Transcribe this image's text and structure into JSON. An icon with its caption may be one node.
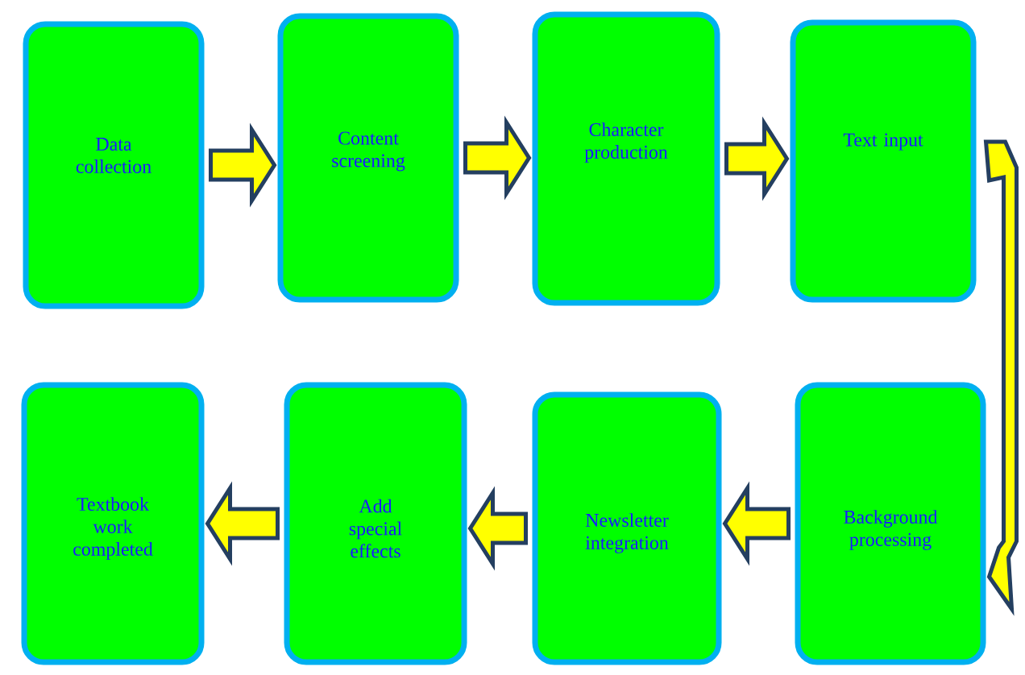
{
  "diagram": {
    "nodes": [
      {
        "text": [
          "Data collection"
        ]
      },
      {
        "text": [
          "Content screening"
        ]
      },
      {
        "text": [
          "Character production"
        ]
      },
      {
        "text": [
          "Text input"
        ]
      },
      {
        "text": [
          "Background processing"
        ]
      },
      {
        "text": [
          "Newsletter integration"
        ]
      },
      {
        "text": [
          "Add special effects"
        ]
      },
      {
        "text": [
          "Textbook work completed"
        ]
      }
    ],
    "edges": [
      {
        "from": 0,
        "to": 1,
        "arrow": "to"
      },
      {
        "from": 1,
        "to": 2,
        "arrow": "to"
      },
      {
        "from": 2,
        "to": 3,
        "arrow": "to"
      },
      {
        "from": 3,
        "to": 4,
        "arrow": "to"
      },
      {
        "from": 4,
        "to": 5,
        "arrow": "to"
      },
      {
        "from": 5,
        "to": 6,
        "arrow": "to"
      },
      {
        "from": 6,
        "to": 7,
        "arrow": "to"
      }
    ]
  }
}
